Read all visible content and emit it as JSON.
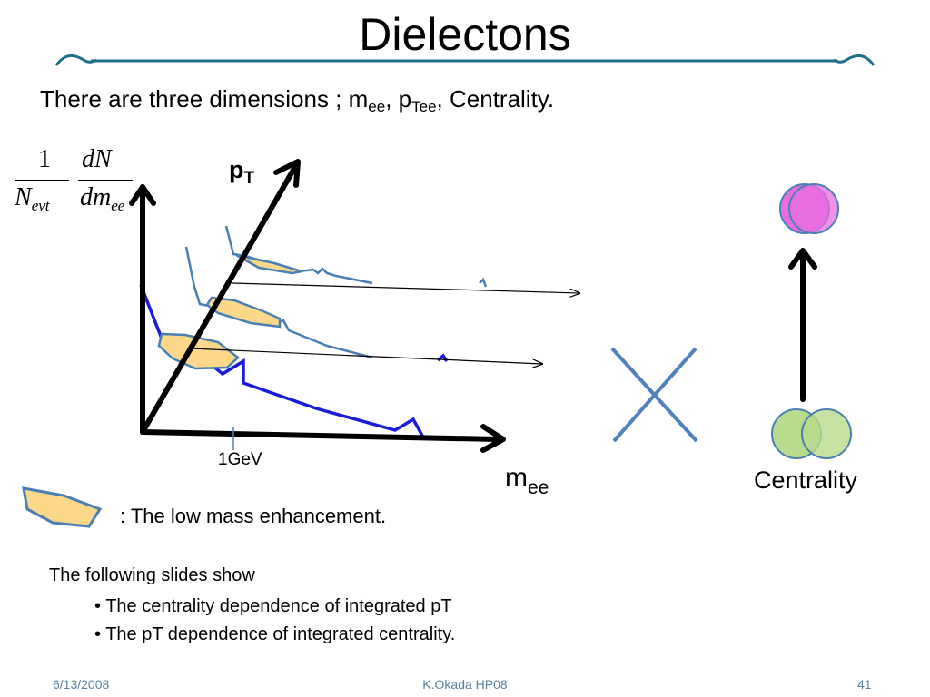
{
  "title": "Dielectons",
  "intro": {
    "text_before": "There are three dimensions ; m",
    "sub_ee": "ee",
    "sep1": ", p",
    "sub_tee": "Tee",
    "text_after": ", Centrality."
  },
  "formula": {
    "numerator_1": "1",
    "denominator_1": "N",
    "denominator_1_sub": "evt",
    "numerator_2": "dN",
    "denominator_2": "dm",
    "denominator_2_sub": "ee"
  },
  "axes": {
    "pt_label": "p",
    "pt_sub": "T",
    "mee_label": "m",
    "mee_sub": "ee",
    "tick_label": "1GeV"
  },
  "centrality_label": "Centrality",
  "legend_text": ":  The low mass enhancement.",
  "following": "The following slides show",
  "bullets": [
    "• The centrality dependence of integrated pT",
    "• The pT dependence of integrated centrality."
  ],
  "footer": {
    "date": "6/13/2008",
    "author": "K.Okada HP08",
    "page": "41"
  },
  "colors": {
    "title_line": "#1f6f8b",
    "curve_dark": "#1a1adb",
    "curve_light": "#4a7fb5",
    "enhancement_fill": "#fcd98a",
    "cross": "#4f81bd",
    "nucleus_top": "#e86de0",
    "nucleus_bottom": "#b8dc8c"
  }
}
